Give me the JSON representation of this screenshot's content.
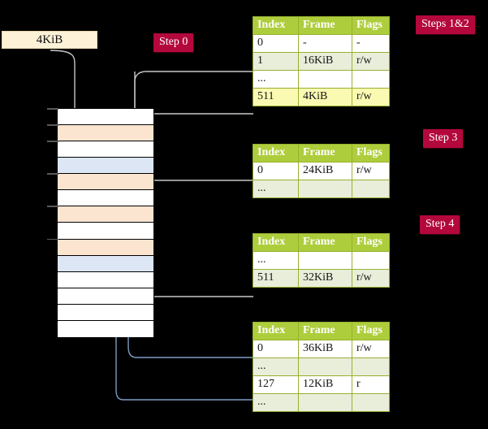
{
  "diagram": {
    "title_hidden": "four-level page table walk",
    "source_box": {
      "label": "4KiB"
    },
    "colors": {
      "badge_bg": "#b4083c",
      "badge_fg": "#ffffff",
      "table_header_bg": "#aecd3c",
      "table_alt_bg": "#e9eeda",
      "table_highlight_bg": "#fbfab3",
      "frame_orange": "#fce5d0",
      "frame_blue": "#dce6f5",
      "arrow_gray": "#c8c8c8",
      "arrow_blue": "#7e9cc4",
      "source_box_bg": "#fdf1d7"
    },
    "badges": [
      {
        "name": "step-0",
        "label": "Step 0"
      },
      {
        "name": "steps-1-2",
        "label": "Steps 1&2"
      },
      {
        "name": "step-3",
        "label": "Step 3"
      },
      {
        "name": "step-4",
        "label": "Step 4"
      }
    ],
    "memory_column": {
      "name": "physical-memory-frames",
      "rows": [
        {
          "fill": "white"
        },
        {
          "fill": "orange"
        },
        {
          "fill": "white"
        },
        {
          "fill": "blue"
        },
        {
          "fill": "orange"
        },
        {
          "fill": "white"
        },
        {
          "fill": "orange"
        },
        {
          "fill": "white"
        },
        {
          "fill": "orange"
        },
        {
          "fill": "blue"
        },
        {
          "fill": "white"
        },
        {
          "fill": "white"
        },
        {
          "fill": "white"
        },
        {
          "fill": "white"
        }
      ]
    },
    "tables": [
      {
        "name": "page-table-level-4",
        "headers": [
          "Index",
          "Frame",
          "Flags"
        ],
        "rows": [
          {
            "cells": [
              "0",
              "-",
              "-"
            ],
            "style": "plain"
          },
          {
            "cells": [
              "1",
              "16KiB",
              "r/w"
            ],
            "style": "alt"
          },
          {
            "cells": [
              "...",
              "",
              ""
            ],
            "style": "plain"
          },
          {
            "cells": [
              "511",
              "4KiB",
              "r/w"
            ],
            "style": "hl"
          }
        ]
      },
      {
        "name": "page-table-level-3",
        "headers": [
          "Index",
          "Frame",
          "Flags"
        ],
        "rows": [
          {
            "cells": [
              "0",
              "24KiB",
              "r/w"
            ],
            "style": "plain"
          },
          {
            "cells": [
              "...",
              "",
              ""
            ],
            "style": "alt"
          }
        ]
      },
      {
        "name": "page-table-level-2",
        "headers": [
          "Index",
          "Frame",
          "Flags"
        ],
        "rows": [
          {
            "cells": [
              "...",
              "",
              ""
            ],
            "style": "plain"
          },
          {
            "cells": [
              "511",
              "32KiB",
              "r/w"
            ],
            "style": "alt"
          }
        ]
      },
      {
        "name": "page-table-level-1",
        "headers": [
          "Index",
          "Frame",
          "Flags"
        ],
        "rows": [
          {
            "cells": [
              "0",
              "36KiB",
              "r/w"
            ],
            "style": "plain"
          },
          {
            "cells": [
              "...",
              "",
              ""
            ],
            "style": "alt"
          },
          {
            "cells": [
              "127",
              "12KiB",
              "r"
            ],
            "style": "plain"
          },
          {
            "cells": [
              "...",
              "",
              ""
            ],
            "style": "alt"
          }
        ]
      }
    ]
  }
}
